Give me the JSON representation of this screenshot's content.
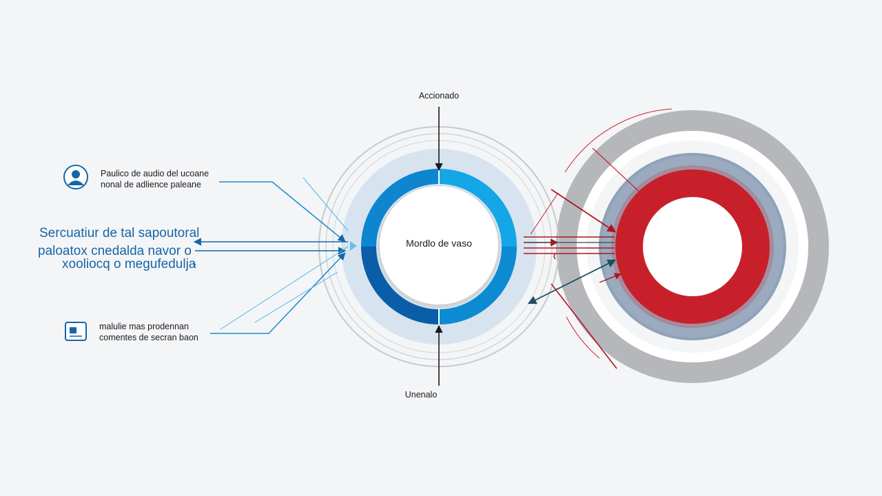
{
  "labels": {
    "top": "Accionado",
    "bottom": "Unenalo",
    "center": "Mordlo de vaso",
    "left_top": {
      "line1": "Paulico de audio del ucoane",
      "line2": "nonal de adlience paleane"
    },
    "left_mid": {
      "line1": "Sercuatiur de tal sapoutoral",
      "line2": "paloatox cnedalda navor o",
      "line3": "xooliocq o megufedulja"
    },
    "left_bottom": {
      "line1": "malulie mas prodennan",
      "line2": "comentes de secran baon"
    }
  },
  "icons": {
    "left_top": "user-avatar-icon",
    "left_bottom": "screen-icon"
  },
  "colors": {
    "background": "#f4f5f7",
    "blue_accent": "#0e8fd6",
    "blue_dark": "#0a5ea8",
    "red_accent": "#c8202a",
    "gray_ring": "#b5b7ba",
    "slate_ring": "#98a9bd",
    "text_blue": "#1565a8"
  }
}
